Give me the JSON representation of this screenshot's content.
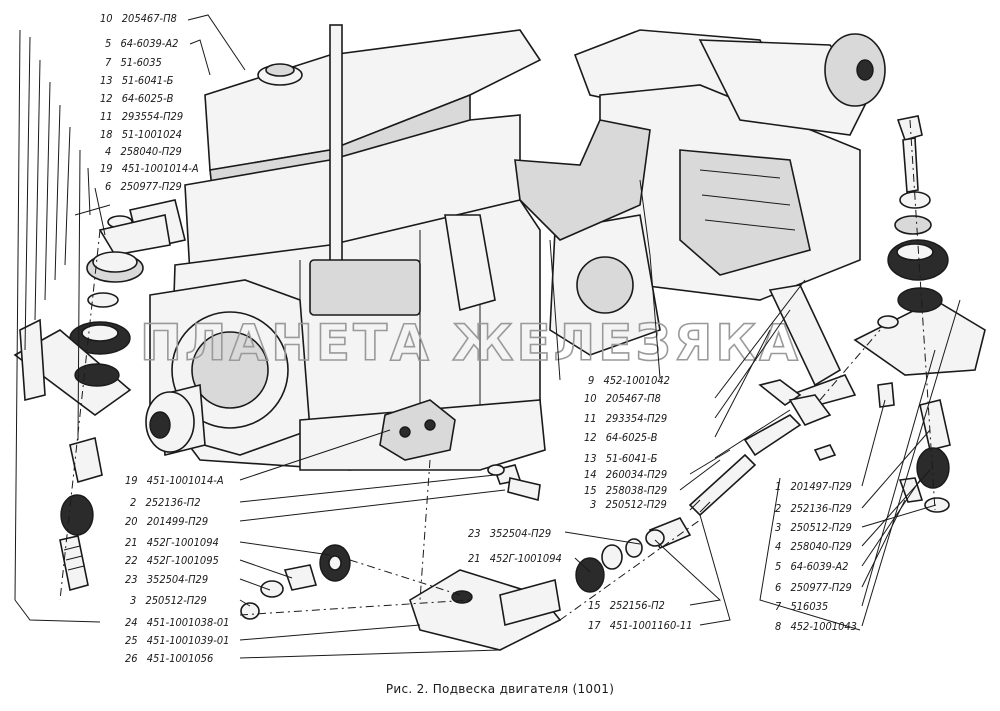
{
  "watermark": "ПЛАНЕТА ЖЕЛЕЗЯКА",
  "caption": "Рис. 2. Подвеска двигателя (1001)",
  "callouts_top_left": [
    {
      "num": "10",
      "part": "205467-П8"
    },
    {
      "num": "5",
      "part": "64-6039-А2"
    },
    {
      "num": "7",
      "part": "51-6035"
    },
    {
      "num": "13",
      "part": "51-6041-Б"
    },
    {
      "num": "12",
      "part": "64-6025-В"
    },
    {
      "num": "11",
      "part": "293554-П29"
    },
    {
      "num": "18",
      "part": "51-1001024"
    },
    {
      "num": "4",
      "part": "258040-П29"
    },
    {
      "num": "19",
      "part": "451-1001014-А"
    },
    {
      "num": "6",
      "part": "250977-П29"
    }
  ],
  "callouts_bottom_left": [
    {
      "num": "19",
      "part": "451-1001014-А"
    },
    {
      "num": "2",
      "part": "252136-П2"
    },
    {
      "num": "20",
      "part": "201499-П29"
    },
    {
      "num": "21",
      "part": "452Г-1001094"
    },
    {
      "num": "22",
      "part": "452Г-1001095"
    },
    {
      "num": "23",
      "part": "352504-П29"
    },
    {
      "num": "3",
      "part": "250512-П29"
    },
    {
      "num": "24",
      "part": "451-1001038-01"
    },
    {
      "num": "25",
      "part": "451-1001039-01"
    },
    {
      "num": "26",
      "part": "451-1001056"
    }
  ],
  "callouts_center": [
    {
      "num": "9",
      "part": "452-1001042"
    },
    {
      "num": "10",
      "part": "205467-П8"
    },
    {
      "num": "11",
      "part": "293354-П29"
    },
    {
      "num": "12",
      "part": "64-6025-В"
    },
    {
      "num": "13",
      "part": "51-6041-Б"
    },
    {
      "num": "14",
      "part": "260034-П29"
    },
    {
      "num": "15",
      "part": "258038-П29"
    },
    {
      "num": "3",
      "part": "250512-П29"
    }
  ],
  "callouts_bottom_center": [
    {
      "num": "23",
      "part": "352504-П29"
    },
    {
      "num": "21",
      "part": "452Г-1001094"
    },
    {
      "num": "15",
      "part": "252156-П2"
    },
    {
      "num": "17",
      "part": "451-1001160-11"
    }
  ],
  "callouts_right": [
    {
      "num": "1",
      "part": "201497-П29"
    },
    {
      "num": "2",
      "part": "252136-П29"
    },
    {
      "num": "3",
      "part": "250512-П29"
    },
    {
      "num": "4",
      "part": "258040-П29"
    },
    {
      "num": "5",
      "part": "64-6039-А2"
    },
    {
      "num": "6",
      "part": "250977-П29"
    },
    {
      "num": "7",
      "part": "516035"
    },
    {
      "num": "8",
      "part": "452-1001043"
    }
  ]
}
